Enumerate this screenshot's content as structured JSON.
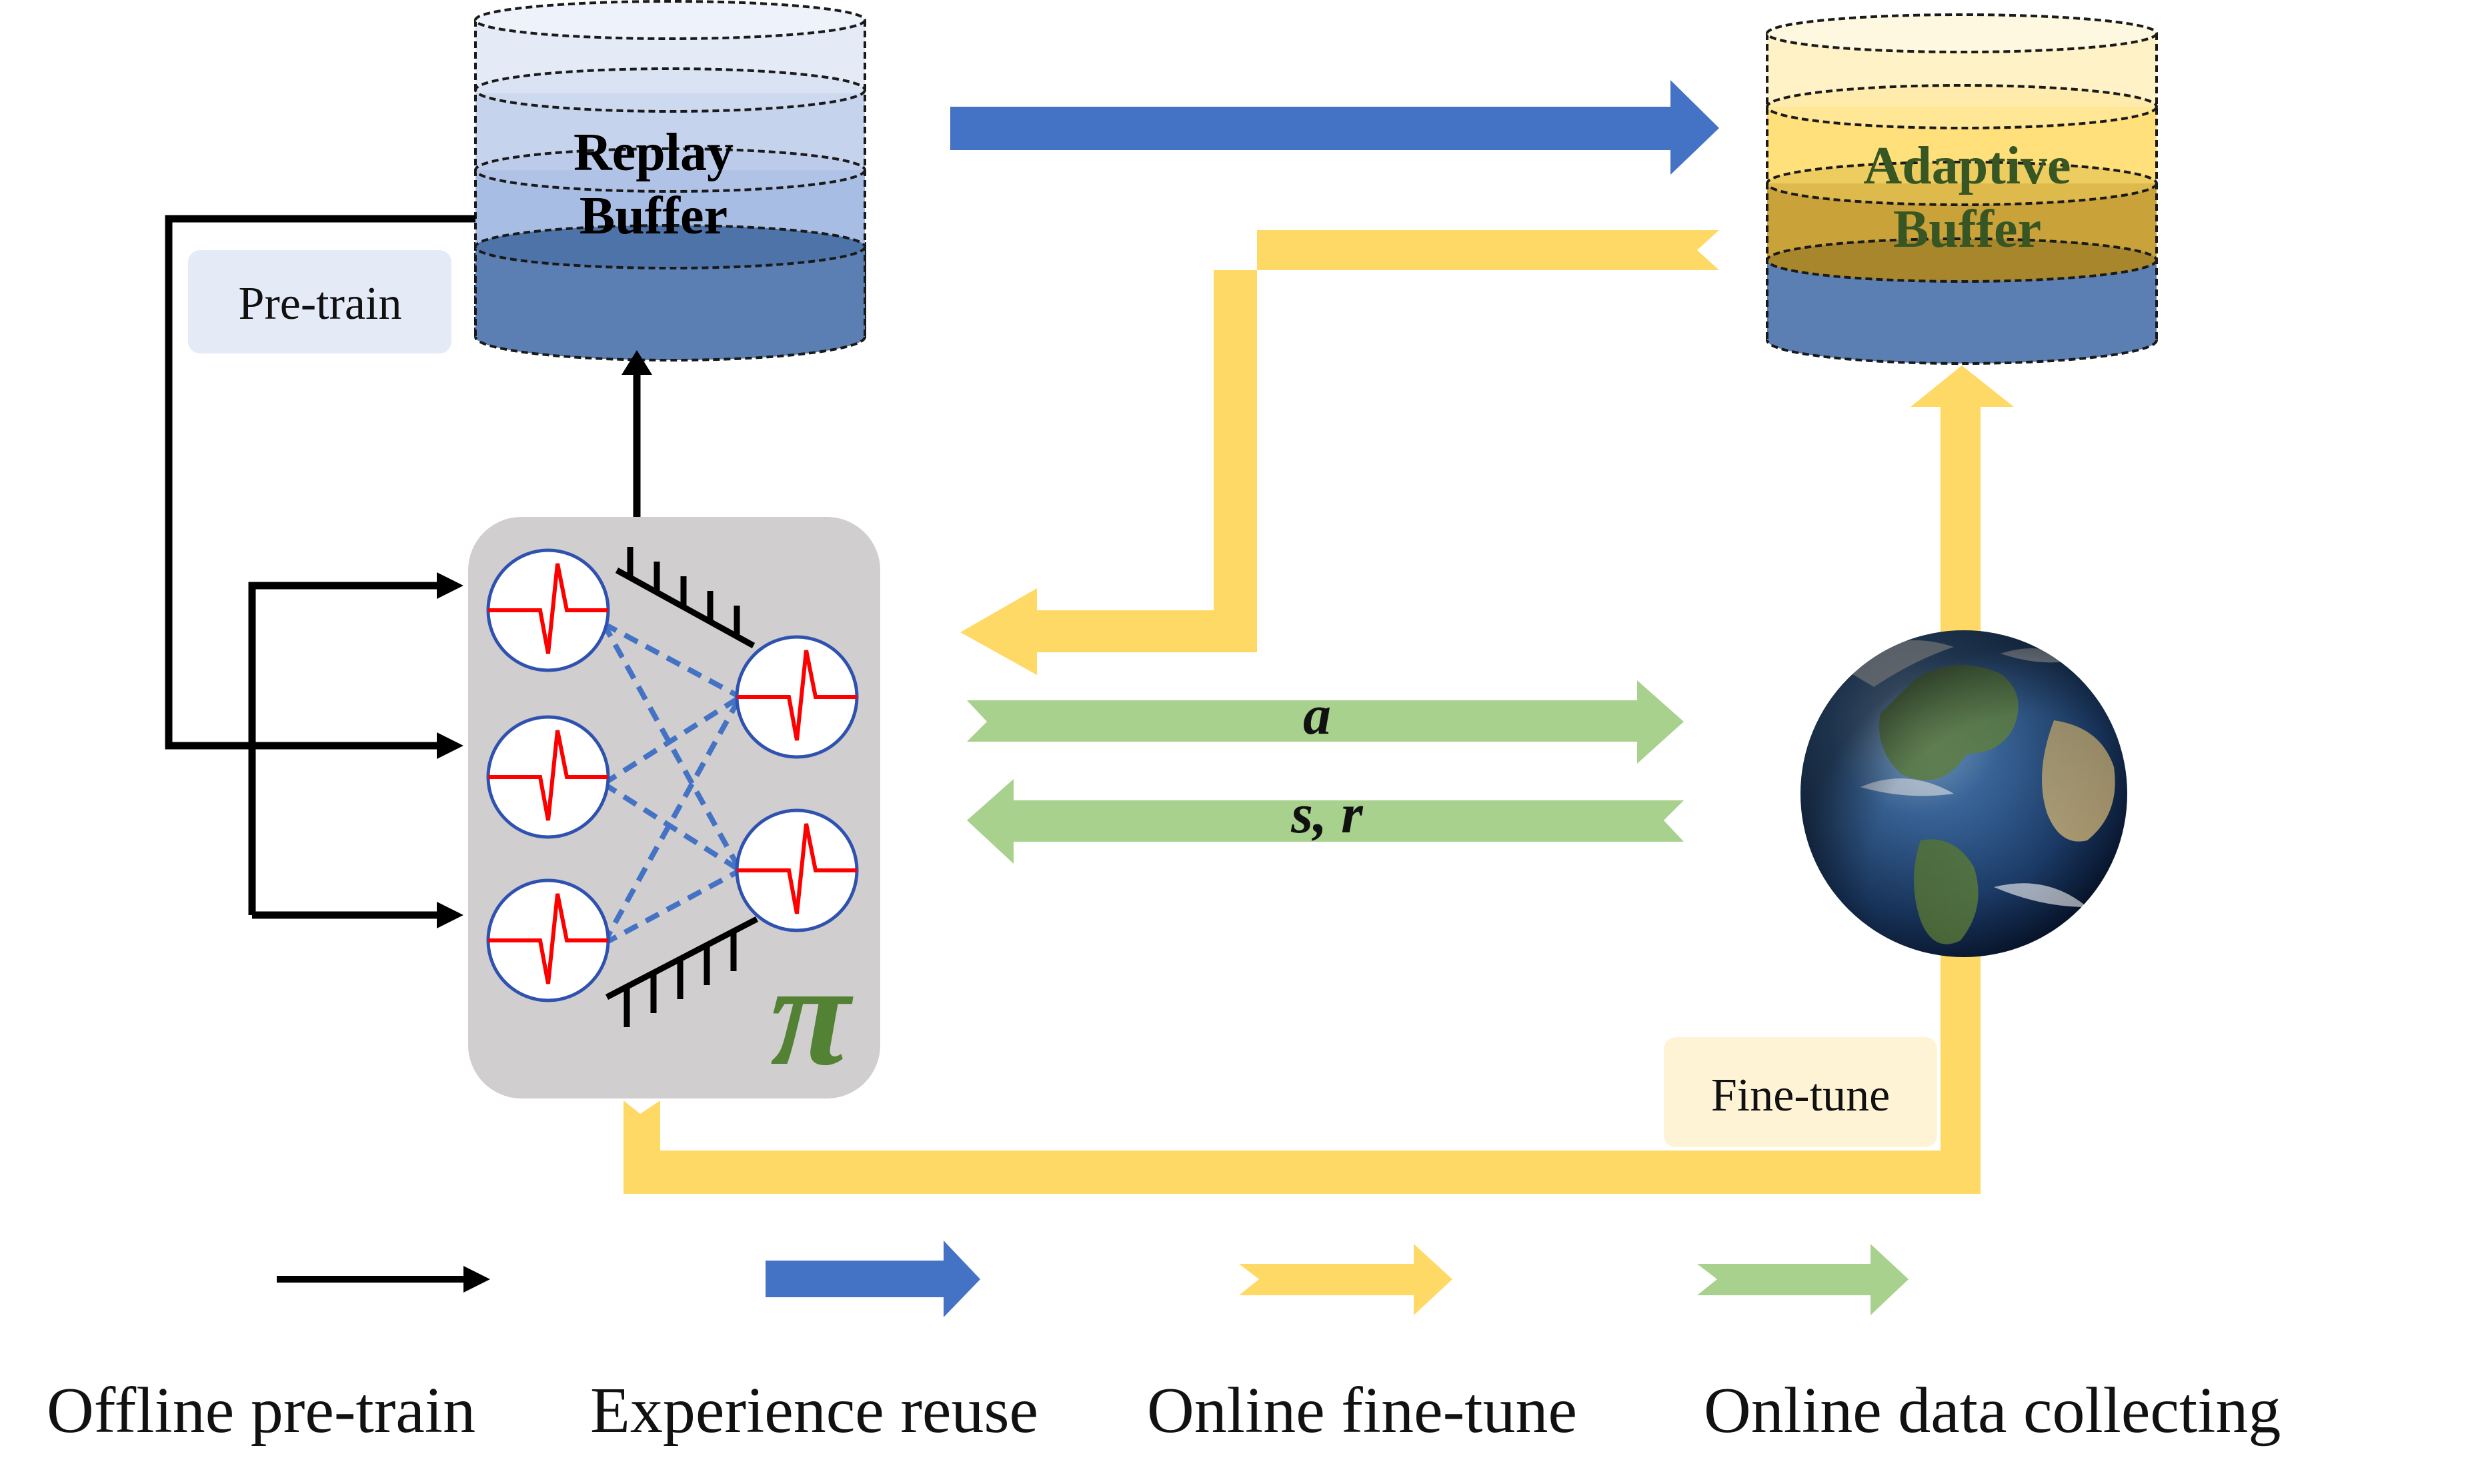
{
  "replay_buffer": {
    "line1": "Replay",
    "line2": "Buffer"
  },
  "adaptive_buffer": {
    "line1": "Adaptive",
    "line2": "Buffer"
  },
  "pretrain_label": "Pre-train",
  "finetune_label": "Fine-tune",
  "policy_symbol": "π",
  "action_label": "a",
  "state_reward_label": "s, r",
  "legend": [
    {
      "label": "Offline pre-train",
      "color": "#000000"
    },
    {
      "label": "Experience reuse",
      "color": "#4472c4"
    },
    {
      "label": "Online fine-tune",
      "color": "#ffd966"
    },
    {
      "label": "Online data collecting",
      "color": "#a9d18e"
    }
  ],
  "colors": {
    "offline": "#000000",
    "reuse": "#4472c4",
    "finetune": "#ffd966",
    "collect": "#a9d18e",
    "policy_bg": "#d0cece",
    "neuron_wave": "#ff0000",
    "neuron_ring": "#2f52b0",
    "policy_symbol": "#548235",
    "adaptive_text": "#375623"
  }
}
